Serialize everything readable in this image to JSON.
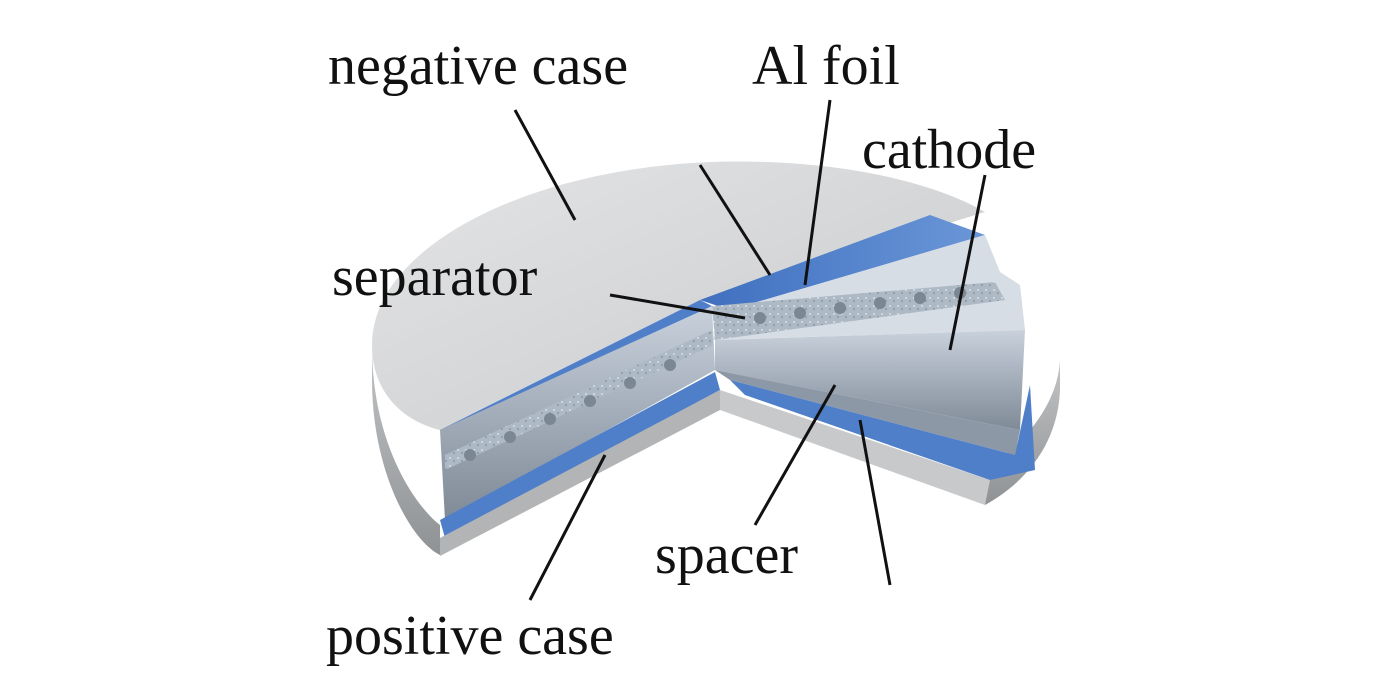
{
  "labels": {
    "negative_case": "negative case",
    "al_foil": "Al foil",
    "cathode": "cathode",
    "separator": "separator",
    "spacer": "spacer",
    "positive_case": "positive case"
  },
  "colors": {
    "case_face": "#d4d5d6",
    "case_edge": "#a9abad",
    "blue_layer": "#4f7fc9",
    "electrode": "#b9c3cf",
    "line": "#111111"
  }
}
